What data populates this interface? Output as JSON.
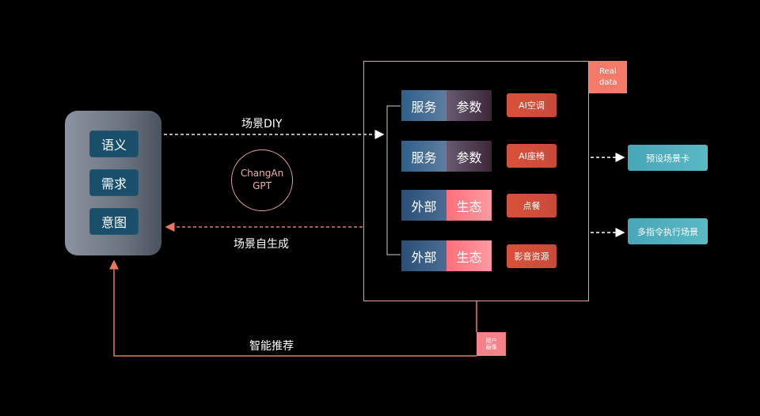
{
  "left_panel": {
    "chips": [
      "语义",
      "需求",
      "意图"
    ]
  },
  "center": {
    "top_edge_label": "场景DIY",
    "bottom_edge_label": "场景自生成",
    "circle_line1": "ChangAn",
    "circle_line2": "GPT"
  },
  "main_box": {
    "real_data_line1": "Real",
    "real_data_line2": "data",
    "rows": [
      {
        "left": "服务",
        "right": "参数",
        "tag": "AI空调"
      },
      {
        "left": "服务",
        "right": "参数",
        "tag": "AI座椅"
      },
      {
        "left": "外部",
        "right": "生态",
        "tag": "点餐"
      },
      {
        "left": "外部",
        "right": "生态",
        "tag": "影音资源"
      }
    ]
  },
  "outputs": [
    "预设场景卡",
    "多指令执行场景"
  ],
  "user_tag_line1": "用户",
  "user_tag_line2": "画像",
  "bottom_edge_label": "智能推荐",
  "colors": {
    "background": "#000000",
    "salmon": "#e8a09a",
    "chip": "#1a4f6b",
    "tag": "#d9513a",
    "teal": "#47a6b8",
    "pink": "#f4828a"
  }
}
